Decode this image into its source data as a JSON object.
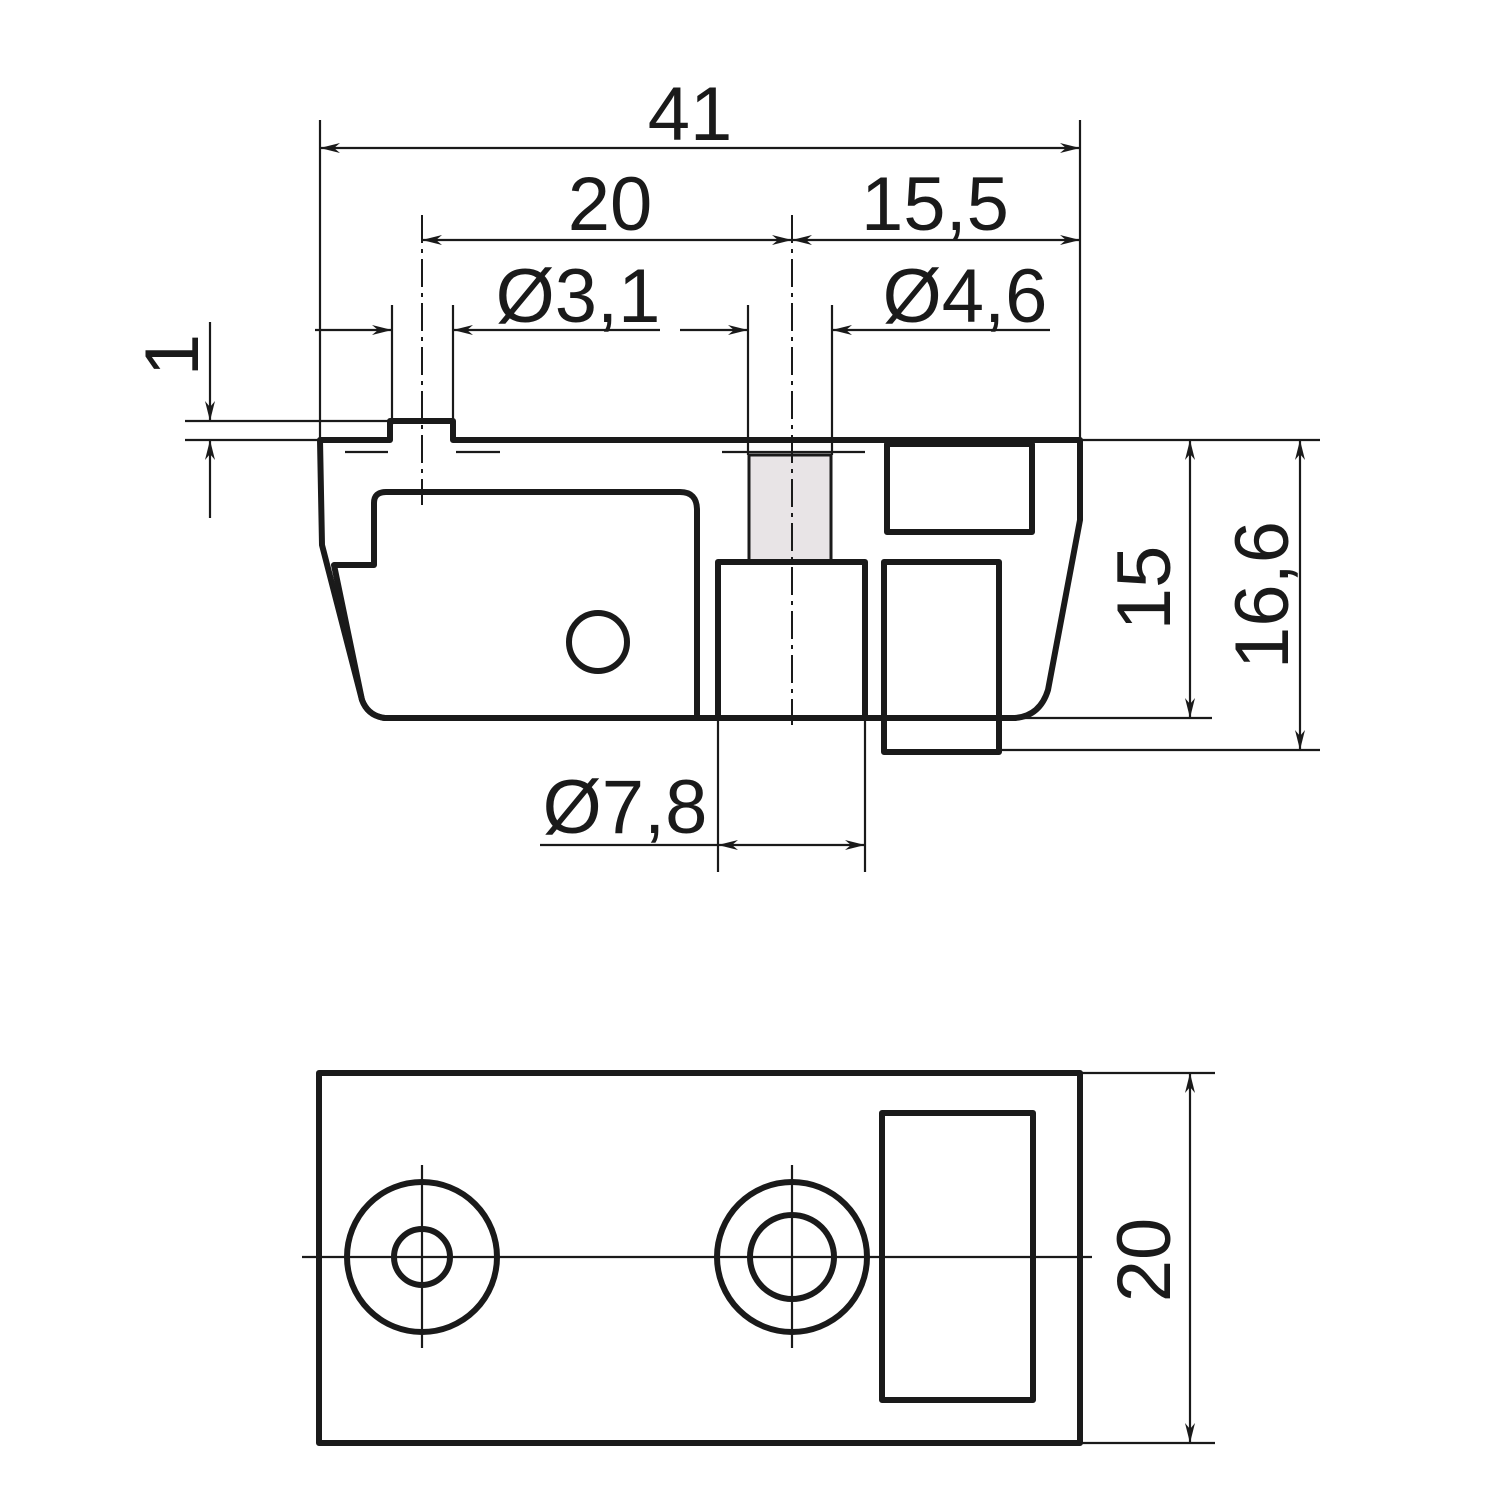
{
  "colors": {
    "line": "#1a1a1a",
    "fill": "#e8e4e6",
    "background": "#ffffff"
  },
  "section_view": {
    "dimensions": {
      "overall_length": "41",
      "hole_spacing": "20",
      "hole_to_end": "15,5",
      "small_hole_dia": "Ø3,1",
      "through_hole_dia": "Ø4,6",
      "boss_height": "1",
      "body_height": "15",
      "total_height": "16,6",
      "counterbore_dia": "Ø7,8"
    }
  },
  "top_view": {
    "dimensions": {
      "width": "20"
    }
  }
}
